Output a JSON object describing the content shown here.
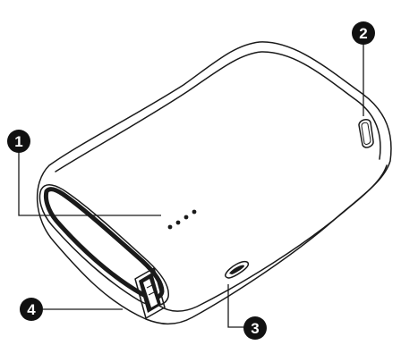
{
  "callouts": [
    {
      "number": "1",
      "part": "led-indicators"
    },
    {
      "number": "2",
      "part": "power-button"
    },
    {
      "number": "3",
      "part": "micro-usb-port"
    },
    {
      "number": "4",
      "part": "usb-output-port"
    }
  ],
  "colors": {
    "ink": "#1a1a1a",
    "background": "#ffffff",
    "badge_fill": "#111111",
    "badge_text": "#ffffff"
  },
  "led_count": 4
}
